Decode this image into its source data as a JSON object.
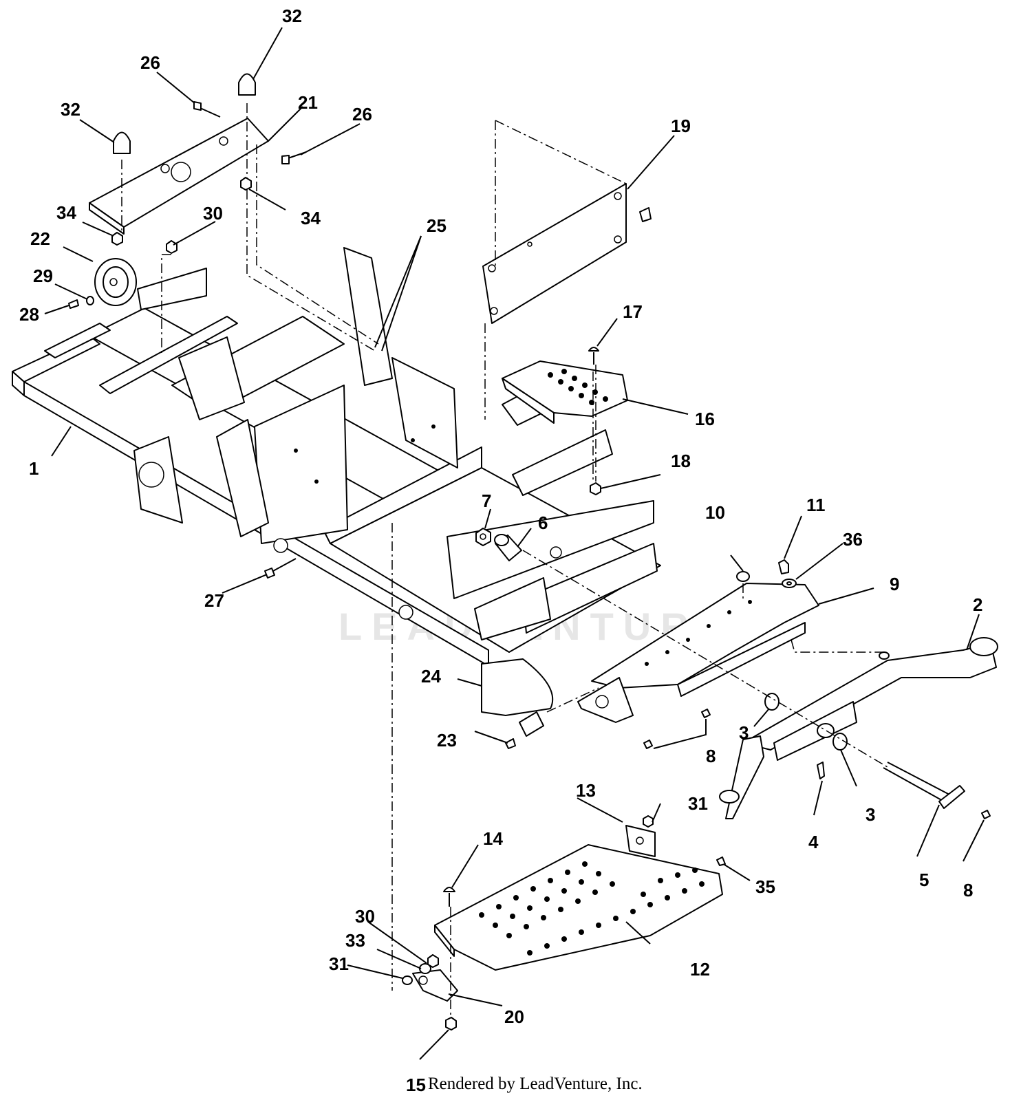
{
  "watermark": "LEADVENTURE",
  "footer": "Rendered by LeadVenture, Inc.",
  "callouts": {
    "c1": "1",
    "c2": "2",
    "c3a": "3",
    "c3b": "3",
    "c4": "4",
    "c5": "5",
    "c6": "6",
    "c7": "7",
    "c8a": "8",
    "c8b": "8",
    "c9": "9",
    "c10": "10",
    "c11": "11",
    "c12": "12",
    "c13": "13",
    "c14": "14",
    "c15": "15",
    "c16": "16",
    "c17": "17",
    "c18": "18",
    "c19": "19",
    "c20": "20",
    "c21": "21",
    "c22": "22",
    "c23": "23",
    "c24": "24",
    "c25": "25",
    "c26a": "26",
    "c26b": "26",
    "c27": "27",
    "c28": "28",
    "c29": "29",
    "c30a": "30",
    "c30b": "30",
    "c31a": "31",
    "c31b": "31",
    "c32a": "32",
    "c32b": "32",
    "c33": "33",
    "c34a": "34",
    "c34b": "34",
    "c35": "35",
    "c36": "36"
  }
}
